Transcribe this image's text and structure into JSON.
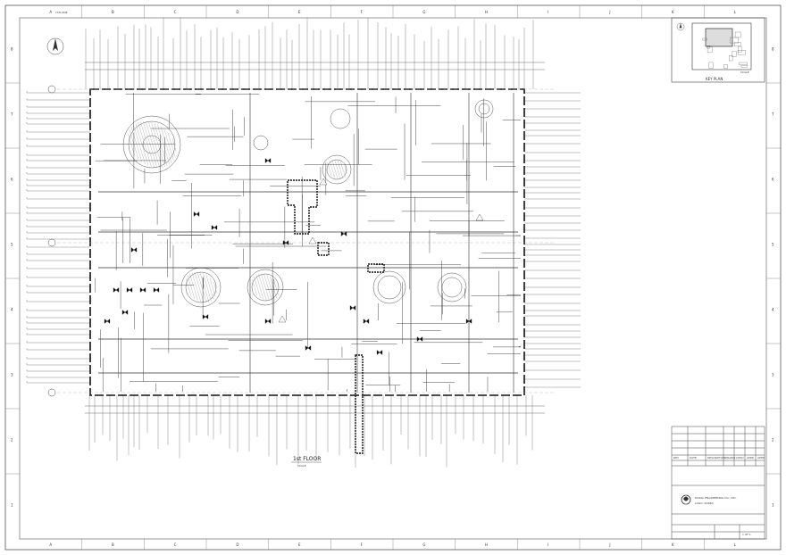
{
  "sheet": {
    "ref_top_left": "YSH-0ME",
    "col_labels": [
      "A",
      "B",
      "C",
      "D",
      "E",
      "F",
      "G",
      "H",
      "I",
      "J",
      "K",
      "L"
    ],
    "row_labels": [
      "8",
      "7",
      "6",
      "5",
      "4",
      "3",
      "2",
      "1"
    ]
  },
  "drawing": {
    "floor_title": "1st FLOOR",
    "floor_scale": "SCALE"
  },
  "key_plan": {
    "title": "KEY PLAN",
    "note": "SCALE"
  },
  "title_block": {
    "company": "DURAL ENGINEERING CO., LTD.",
    "company_sub": "LOGO, KOREA",
    "rev_headers": [
      "REV",
      "DATE",
      "DESCRIPTION",
      "DRAWN",
      "CHKD",
      "APPD",
      "APPD"
    ],
    "sheet_no": "1 OF 1"
  },
  "colors": {
    "line": "#333333",
    "border": "#555555",
    "hatch": "#777777"
  }
}
